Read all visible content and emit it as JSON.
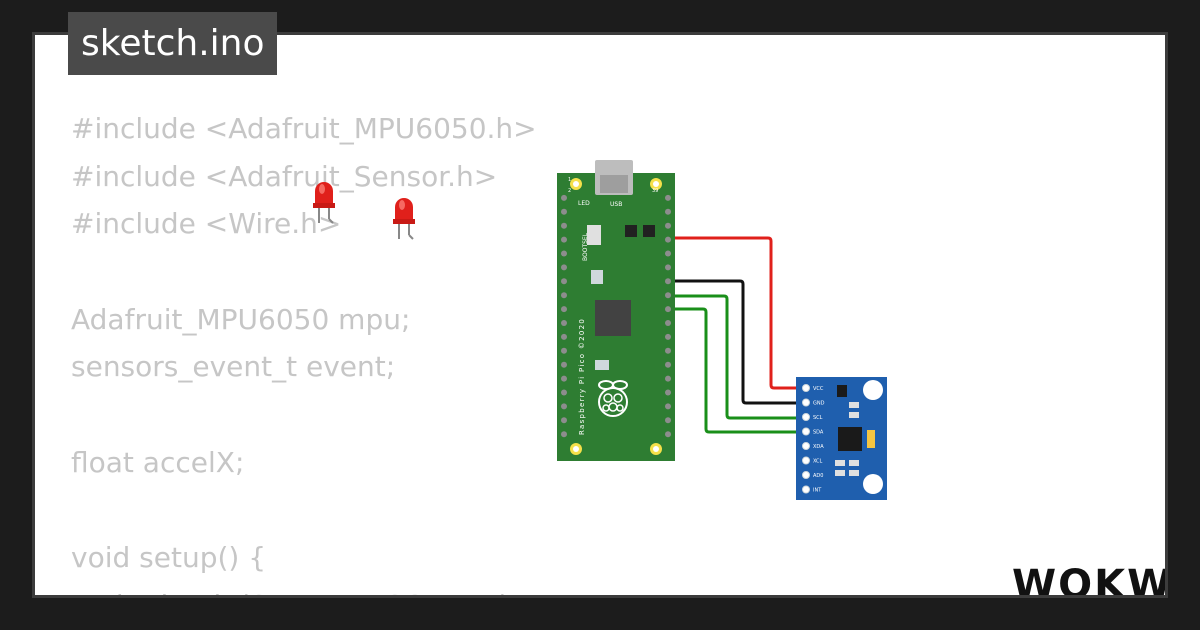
{
  "tab": {
    "filename": "sketch.ino"
  },
  "code_lines": [
    "#include <Adafruit_MPU6050.h>",
    "#include <Adafruit_Sensor.h>",
    "#include <Wire.h>",
    "",
    "Adafruit_MPU6050 mpu;",
    "sensors_event_t event;",
    "",
    "float accelX;",
    "",
    "void setup() {",
    "  Wire.begin(SDA_PIN, SCL_PIN);"
  ],
  "pico": {
    "label_led": "LED",
    "label_usb": "USB",
    "label_bootsel": "BOOTSEL",
    "label_board": "Raspberry Pi Pico ©2020",
    "pin_1": "1",
    "pin_2": "2",
    "pin_39": "39"
  },
  "mpu_pins": [
    "VCC",
    "GND",
    "SCL",
    "SDA",
    "XDA",
    "XCL",
    "AD0",
    "INT"
  ],
  "wire_colors": {
    "vcc": "#e0201b",
    "gnd": "#111111",
    "scl": "#1a8f1a",
    "sda": "#1a8f1a"
  },
  "colors": {
    "pico_board": "#2e7d32",
    "mpu_board": "#1f5fae",
    "led": "#e0201b"
  },
  "brand": {
    "logo_text": "WOKWi"
  }
}
